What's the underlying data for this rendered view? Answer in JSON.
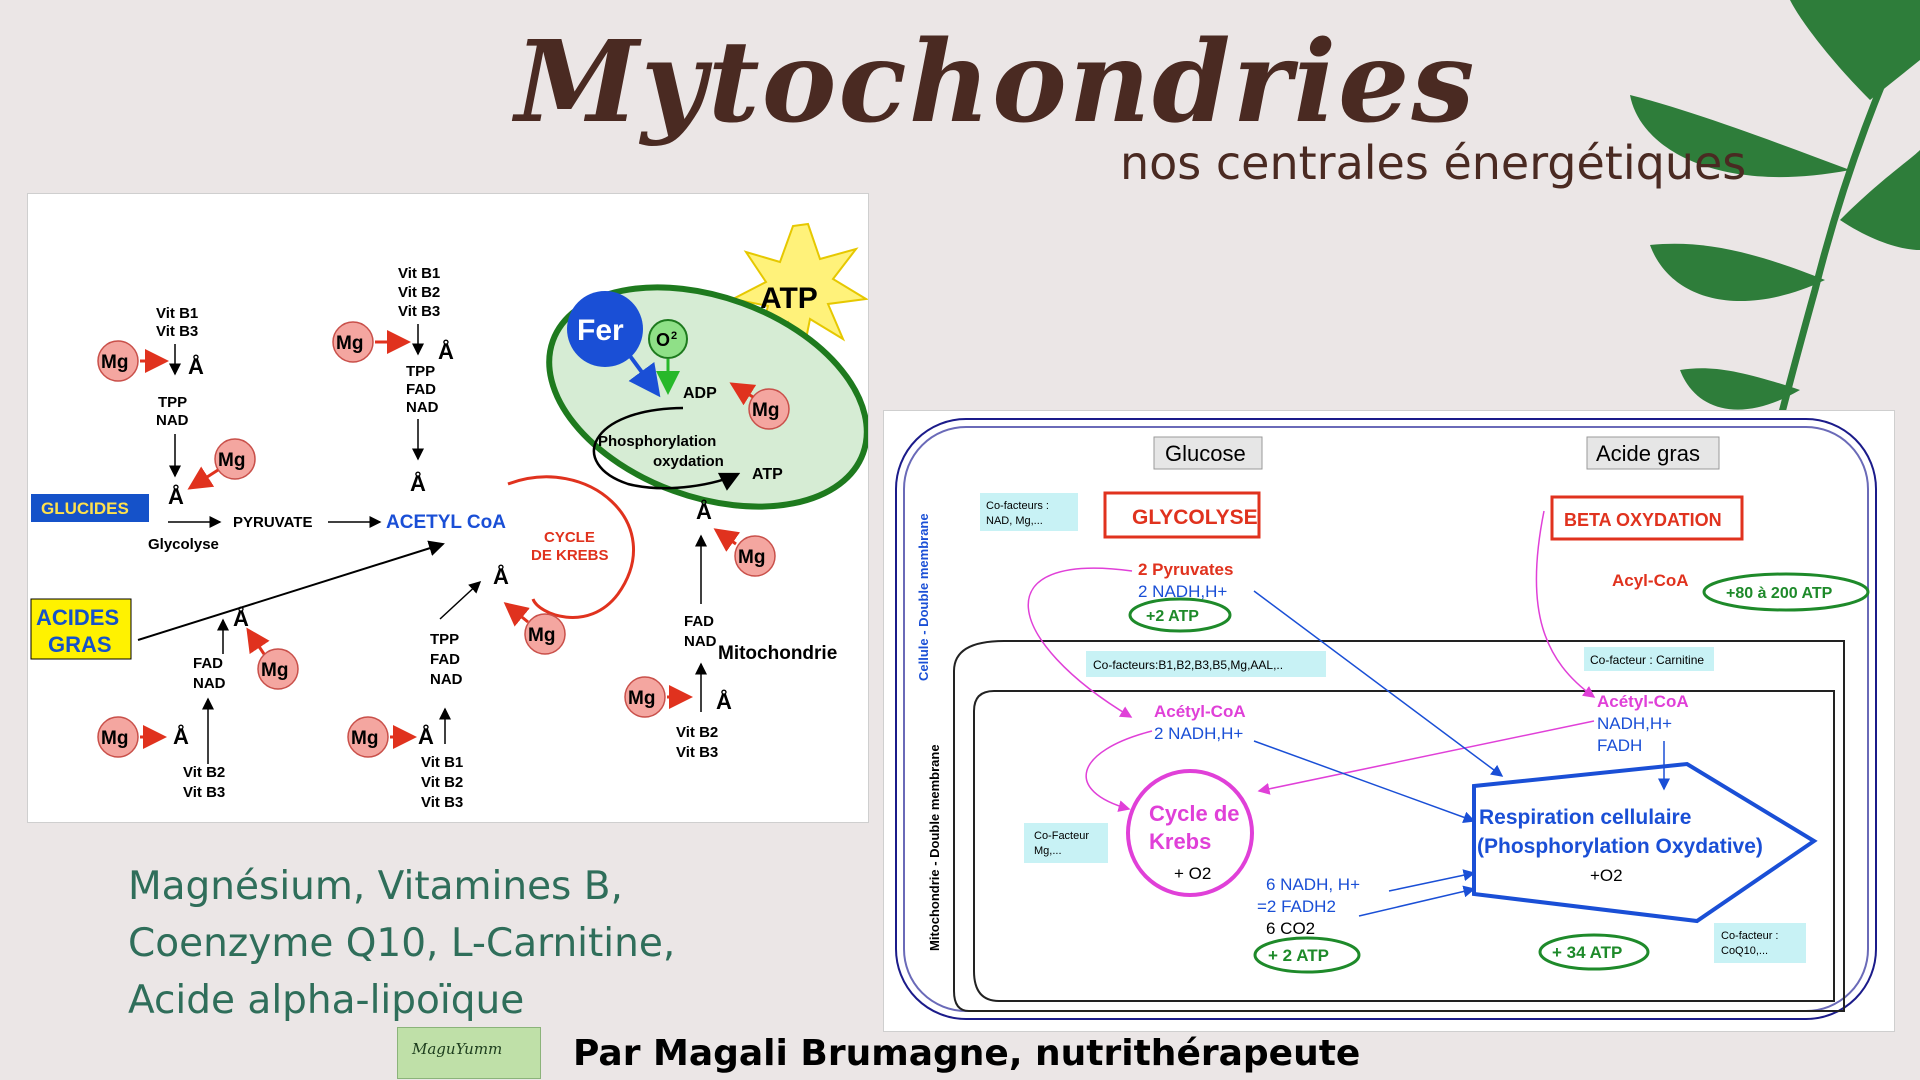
{
  "header": {
    "title": "Mytochondries",
    "subtitle": "nos centrales énergétiques"
  },
  "left_diagram": {
    "vit_b1": "Vit B1",
    "vit_b2": "Vit B2",
    "vit_b3": "Vit B3",
    "tpp": "TPP",
    "fad": "FAD",
    "nad": "NAD",
    "mg": "Mg",
    "angstrom": "Å",
    "glucides": "GLUCIDES",
    "glycolyse": "Glycolyse",
    "pyruvate": "PYRUVATE",
    "acetyl_coa": "ACETYL CoA",
    "cycle": "CYCLE",
    "de_krebs": "DE KREBS",
    "acides": "ACIDES",
    "gras": "GRAS",
    "fer": "Fer",
    "o2": "O",
    "o2_sup": "2",
    "adp": "ADP",
    "atp": "ATP",
    "phosphorylation": "Phosphorylation",
    "oxydation": "oxydation",
    "mitochondrie": "Mitochondrie"
  },
  "right_diagram": {
    "glucose": "Glucose",
    "acide_gras": "Acide gras",
    "cellule_label": "Cellule - Double membrane",
    "mito_label": "Mitochondrie - Double membrane",
    "cofacteurs_1": "Co-facteurs :",
    "cofacteurs_1b": "NAD, Mg,...",
    "glycolyse": "GLYCOLYSE",
    "beta_oxydation": "BETA OXYDATION",
    "pyruvates": "2 Pyruvates",
    "nadh_h": "2 NADH,H+",
    "plus2atp": "+2 ATP",
    "acyl_coa": "Acyl-CoA",
    "plus80": "+80 à 200 ATP",
    "cofacteurs_2": "Co-facteurs:B1,B2,B3,B5,Mg,AAL,..",
    "cofacteur_carnitine": "Co-facteur : Carnitine",
    "acetyl_left": "Acétyl-CoA",
    "nadh_left": "2 NADH,H+",
    "acetyl_right": "Acétyl-CoA",
    "nadh_right": "NADH,H+",
    "fadh_right": "FADH",
    "cofacteur_mg_1": "Co-Facteur",
    "cofacteur_mg_2": "Mg,...",
    "cycle_de": "Cycle de",
    "krebs": "Krebs",
    "o2_cycle": "+ O2",
    "respiration_1": "Respiration cellulaire",
    "respiration_2": "(Phosphorylation Oxydative)",
    "o2_resp": "+O2",
    "nadh6": "6 NADH, H+",
    "fadh2": "=2 FADH2",
    "co2": "6 CO2",
    "plus2atp_b": "+ 2 ATP",
    "plus34": "+ 34 ATP",
    "cofacteur_q10_1": "Co-facteur :",
    "cofacteur_q10_2": "CoQ10,..."
  },
  "nutrients": {
    "line1": "Magnésium, Vitamines B,",
    "line2": "Coenzyme Q10, L-Carnitine,",
    "line3": "Acide alpha-lipoïque"
  },
  "footer": {
    "author": "Par Magali Brumagne, nutrithérapeute",
    "logo_text": "MaguYumm"
  },
  "colors": {
    "title": "#4a2a22",
    "leaf": "#2e7d3a",
    "mg_fill": "#f4a6a0",
    "red_arrow": "#e0321e",
    "glucides_bg": "#1552c9",
    "acides_bg": "#fff200",
    "mito_outline": "#1e7a1e",
    "respiration_blue": "#1a4fd6",
    "krebs_magenta": "#e040d8",
    "nutrients_text": "#2f6e5a"
  }
}
